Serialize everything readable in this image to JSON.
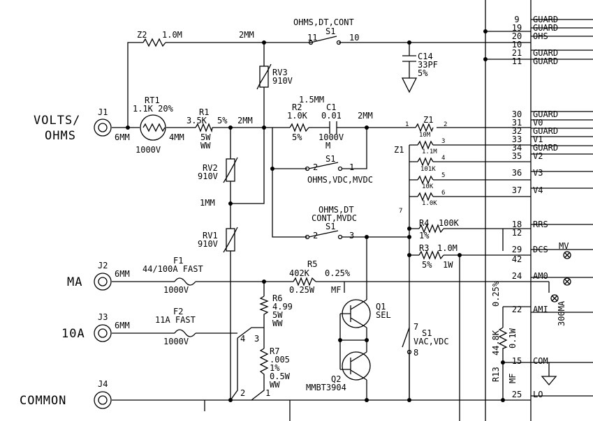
{
  "connectors": {
    "j1": {
      "ref": "J1",
      "label": "VOLTS/\nOHMS",
      "label_line1": "VOLTS/",
      "label_line2": "OHMS"
    },
    "j2": {
      "ref": "J2",
      "label": "MA"
    },
    "j3": {
      "ref": "J3",
      "label": "10A"
    },
    "j4": {
      "ref": "J4",
      "label": "COMMON"
    }
  },
  "components": {
    "z2": {
      "ref": "Z2",
      "value": "1.0M"
    },
    "rt1": {
      "ref": "RT1",
      "value": "1.1K 20%",
      "rating": "1000V"
    },
    "r1": {
      "ref": "R1",
      "value": "3.5K",
      "tol": "5%",
      "power": "5W",
      "type": "WW"
    },
    "rv3": {
      "ref": "RV3",
      "value": "910V"
    },
    "rv2": {
      "ref": "RV2",
      "value": "910V"
    },
    "rv1": {
      "ref": "RV1",
      "value": "910V"
    },
    "r2": {
      "ref": "R2",
      "value": "1.0K",
      "tol": "5%"
    },
    "c1": {
      "ref": "C1",
      "value": "0.01",
      "rating": "1000V",
      "type": "M"
    },
    "c14": {
      "ref": "C14",
      "value": "33PF",
      "tol": "5%"
    },
    "z1": {
      "ref": "Z1",
      "r1": "10M",
      "r2": "1.1M",
      "r3": "101K",
      "r4": "10K",
      "r5": "1.0K"
    },
    "r4": {
      "ref": "R4",
      "value": "100K",
      "tol": "1%"
    },
    "r3": {
      "ref": "R3",
      "value": "1.0M",
      "tol": "5%",
      "power": "1W"
    },
    "f1": {
      "ref": "F1",
      "value": "44/100A FAST",
      "rating": "1000V"
    },
    "f2": {
      "ref": "F2",
      "value": "11A FAST",
      "rating": "1000V"
    },
    "r5": {
      "ref": "R5",
      "value": "402K",
      "tol": "0.25%",
      "power": "0.25W",
      "type": "MF"
    },
    "r6": {
      "ref": "R6",
      "value": "4.99",
      "power": "5W",
      "type": "WW"
    },
    "r7": {
      "ref": "R7",
      "value": ".005",
      "tol": "1%",
      "power": "0.5W",
      "type": "WW"
    },
    "q1": {
      "ref": "Q1",
      "note": "SEL"
    },
    "q2": {
      "ref": "Q2",
      "part": "MMBT3904"
    },
    "r13": {
      "ref": "R13",
      "value": "44.8K",
      "tol": "0.25%",
      "power": "0.1W",
      "type": "MF"
    }
  },
  "switches": {
    "s1_top": {
      "ref": "S1",
      "modes": "OHMS,DT,CONT",
      "pin_a": "11",
      "pin_b": "10"
    },
    "s1_mid": {
      "ref": "S1",
      "modes": "OHMS,VDC,MVDC",
      "pin_a": "2",
      "pin_b": "1"
    },
    "s1_low": {
      "ref": "S1",
      "modes_line1": "OHMS,DT",
      "modes_line2": "CONT,MVDC",
      "pin_a": "2",
      "pin_b": "3"
    },
    "s1_vac": {
      "ref": "S1",
      "modes": "VAC,VDC",
      "pin_a": "7",
      "pin_b": "8"
    }
  },
  "gap_labels": {
    "g1": "2MM",
    "g2": "6MM",
    "g3": "4MM",
    "g4": "5%",
    "g5": "2MM",
    "g6": "1.5MM",
    "g7": "2MM",
    "g8": "1MM",
    "g9": "6MM",
    "g10": "6MM"
  },
  "pins": {
    "z1_1": "1",
    "z1_2": "2",
    "z1_3": "3",
    "z1_4": "4",
    "z1_5": "5",
    "z1_6": "6",
    "z1_7": "7",
    "r7_1": "1",
    "r7_2": "2",
    "r7_3": "3",
    "r7_4": "4"
  },
  "connector_pins": [
    {
      "num": "9",
      "label": "GUARD"
    },
    {
      "num": "19",
      "label": "GUARD"
    },
    {
      "num": "20",
      "label": "OHS"
    },
    {
      "num": "10",
      "label": ""
    },
    {
      "num": "21",
      "label": "GUARD"
    },
    {
      "num": "11",
      "label": "GUARD"
    },
    {
      "num": "30",
      "label": "GUARD"
    },
    {
      "num": "31",
      "label": "V0"
    },
    {
      "num": "32",
      "label": "GUARD"
    },
    {
      "num": "33",
      "label": "V1"
    },
    {
      "num": "34",
      "label": "GUARD"
    },
    {
      "num": "35",
      "label": "V2"
    },
    {
      "num": "36",
      "label": "V3"
    },
    {
      "num": "37",
      "label": "V4"
    },
    {
      "num": "18",
      "label": "RRS"
    },
    {
      "num": "12",
      "label": ""
    },
    {
      "num": "29",
      "label": "DCS"
    },
    {
      "num": "42",
      "label": ""
    },
    {
      "num": "24",
      "label": "AM0"
    },
    {
      "num": "22",
      "label": "AMI"
    },
    {
      "num": "15",
      "label": "COM"
    },
    {
      "num": "25",
      "label": "LO"
    }
  ],
  "test_points": {
    "mv": "MV",
    "ma300": "300MA"
  }
}
